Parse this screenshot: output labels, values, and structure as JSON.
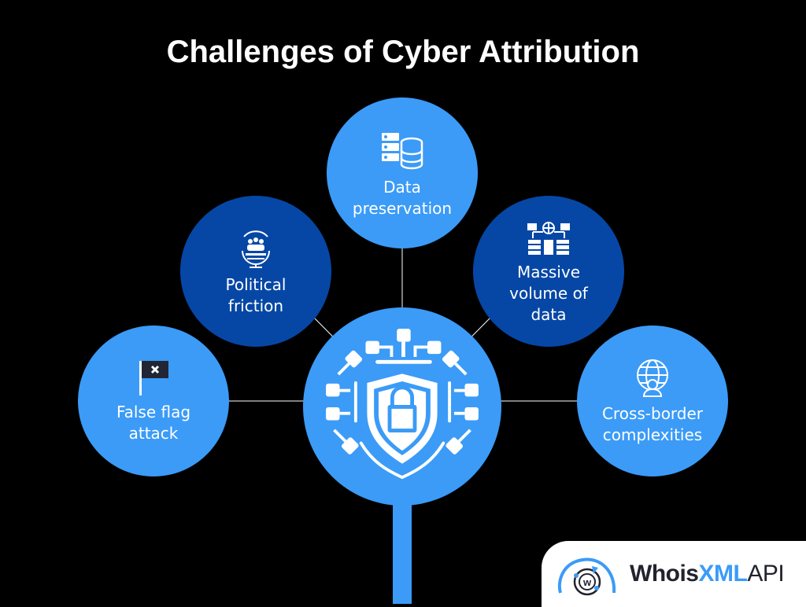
{
  "title": "Challenges of Cyber Attribution",
  "colors": {
    "light_blue": "#3b9bf7",
    "dark_blue": "#0647a6",
    "background": "#000000"
  },
  "nodes": [
    {
      "label": "Data\npreservation",
      "icon": "server-database-icon"
    },
    {
      "label": "Political\nfriction",
      "icon": "globe-people-icon"
    },
    {
      "label": "Massive\nvolume of\ndata",
      "icon": "network-servers-icon"
    },
    {
      "label": "False flag\nattack",
      "icon": "flag-x-icon"
    },
    {
      "label": "Cross-border\ncomplexities",
      "icon": "globe-person-icon"
    }
  ],
  "center_icon": "shield-lock-circuit-icon",
  "logo": {
    "part1": "Whois",
    "part2": "XML",
    "part3": "API"
  }
}
